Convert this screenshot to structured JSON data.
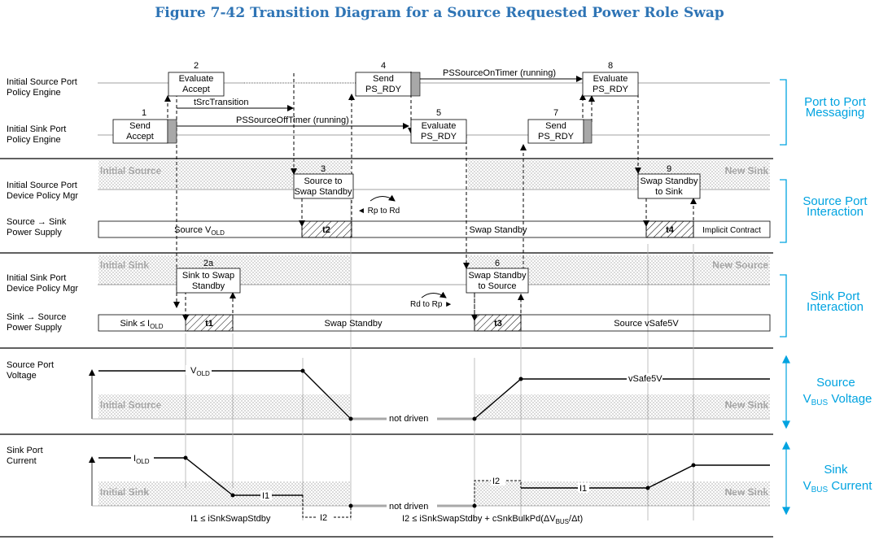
{
  "title": "Figure 7-42 Transition Diagram for a Source Requested Power Role Swap",
  "colors": {
    "title": "#2e74b5",
    "group": "#00a3e0",
    "line": "#000000",
    "grey": "#a0a0a0"
  },
  "rows": {
    "src_pe": "Initial Source Port|Policy Engine",
    "snk_pe": "Initial Sink Port|Policy Engine",
    "src_dpm": "Initial Source Port|Device Policy Mgr",
    "src_ps": "Source → Sink|Power Supply",
    "snk_dpm": "Initial Sink Port|Device Policy Mgr",
    "snk_ps": "Sink → Source|Power Supply",
    "src_v": "Source Port|Voltage",
    "snk_i": "Sink Port|Current"
  },
  "groups": {
    "messaging": "Port to Port|Messaging",
    "source_int": "Source Port|Interaction",
    "sink_int": "Sink Port|Interaction",
    "source_v_pre": "Source",
    "source_v_post": " Voltage",
    "sink_i_pre": "Sink",
    "sink_i_post": " Current",
    "vbus": "V",
    "bus_sub": "BUS"
  },
  "boxes": {
    "b1": "Send|Accept",
    "b2": "Evaluate|Accept",
    "b4": "Send|PS_RDY",
    "b5": "Evaluate|PS_RDY",
    "b7": "Send|PS_RDY",
    "b8": "Evaluate|PS_RDY",
    "b3": "Source to|Swap Standby",
    "b9": "Swap Standby|to Sink",
    "b2a": "Sink to Swap|Standby",
    "b6": "Swap Standby|to Source"
  },
  "steps": {
    "s1": "1",
    "s2": "2",
    "s4": "4",
    "s5": "5",
    "s7": "7",
    "s8": "8",
    "s3": "3",
    "s9": "9",
    "s2a": "2a",
    "s6": "6"
  },
  "timers": {
    "src_transition": "tSrcTransition",
    "off_timer": "PSSourceOffTimer (running)",
    "on_timer": "PSSourceOnTimer (running)"
  },
  "labels": {
    "initial_source": "Initial Source",
    "new_sink": "New Sink",
    "initial_sink": "Initial Sink",
    "new_source": "New Source",
    "rp_to_rd": "◄ Rp to Rd",
    "rd_to_rp": "Rd to Rp ►",
    "source_v_pre": "Source V",
    "old_sub": "OLD",
    "swap_standby": "Swap Standby",
    "implicit_contract": "Implicit Contract",
    "sink_le_pre": "Sink ≤ I",
    "source_vsafe5v": "Source vSafe5V",
    "v_pre": "V",
    "vsafe5v": "vSafe5V",
    "not_driven": "not driven",
    "i_pre": "I",
    "i1": "I1",
    "i2": "I2",
    "t1": "t1",
    "t2": "t2",
    "t3": "t3",
    "t4": "t4",
    "footnote_left": "I1 ≤ iSnkSwapStdby",
    "footnote_right_pre": "I2 ≤ iSnkSwapStdby + cSnkBulkPd(ΔV",
    "footnote_right_post": "/Δt)",
    "bus_sub": "BUS"
  }
}
